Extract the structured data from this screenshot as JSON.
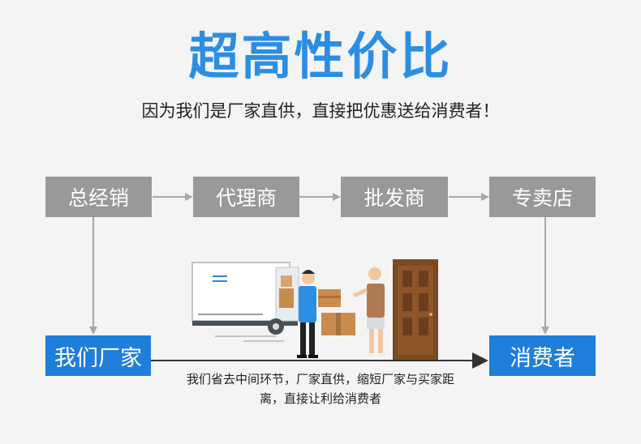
{
  "title": "超高性价比",
  "subtitle": "因为我们是厂家直供，直接把优惠送给消费者！",
  "chain": {
    "distributor": "总经销",
    "agent": "代理商",
    "wholesaler": "批发商",
    "retailer": "专卖店"
  },
  "factory": "我们厂家",
  "consumer": "消费者",
  "caption": {
    "line1": "我们省去中间环节，厂家直供，缩短厂家与买家距",
    "line2": "离，直接让利给消费者"
  },
  "colors": {
    "accent": "#2b8ee3",
    "box_blue": "#1f7ed9",
    "box_gray": "#999999",
    "arrow_gray": "#a8a8a8"
  },
  "illustration": {
    "icons": [
      "delivery-truck-icon",
      "delivery-man-icon",
      "customer-icon",
      "door-icon",
      "package-icon"
    ]
  }
}
